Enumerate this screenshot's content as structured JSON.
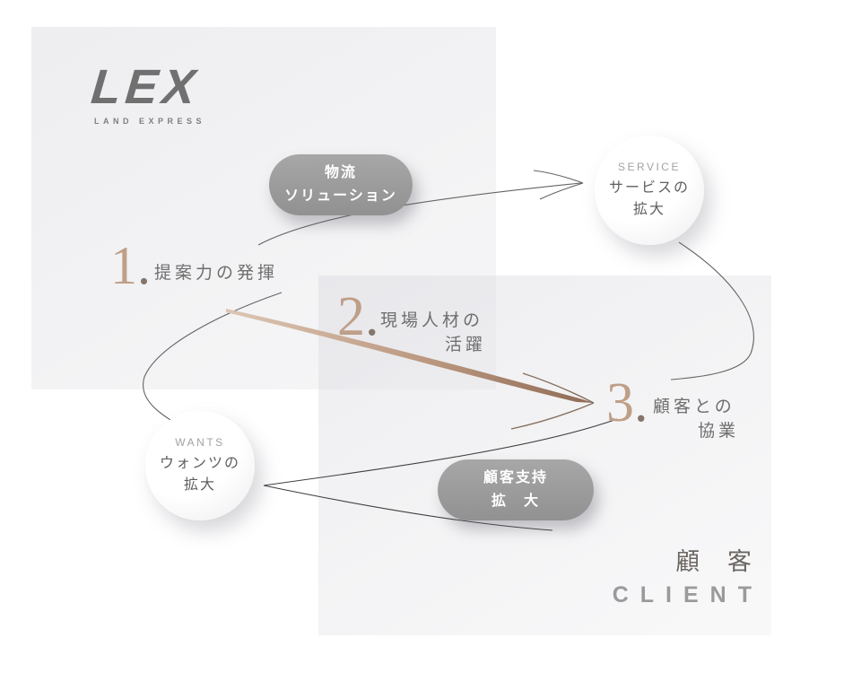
{
  "logo": {
    "text": "LEX",
    "subtext": "LAND EXPRESS"
  },
  "steps": [
    {
      "num": "1",
      "dot": ".",
      "line1": "提案力の発揮",
      "line2": ""
    },
    {
      "num": "2",
      "dot": ".",
      "line1": "現場人材の",
      "line2": "活躍"
    },
    {
      "num": "3",
      "dot": ".",
      "line1": "顧客との",
      "line2": "協業"
    }
  ],
  "pills": [
    {
      "line1": "物流",
      "line2": "ソリューション"
    },
    {
      "line1": "顧客支持",
      "line2": "拡　大"
    }
  ],
  "circles": [
    {
      "tag": "SERVICE",
      "line1": "サービスの",
      "line2": "拡大"
    },
    {
      "tag": "WANTS",
      "line1": "ウォンツの",
      "line2": "拡大"
    }
  ],
  "client": {
    "jp": "顧 客",
    "en": "CLIENT"
  },
  "colors": {
    "accent": "#bf9f88",
    "accent-dark": "#8e6b55",
    "pill": "#9b9b9b",
    "ink": "#6e6e6e",
    "tag": "#a2a2a2"
  }
}
